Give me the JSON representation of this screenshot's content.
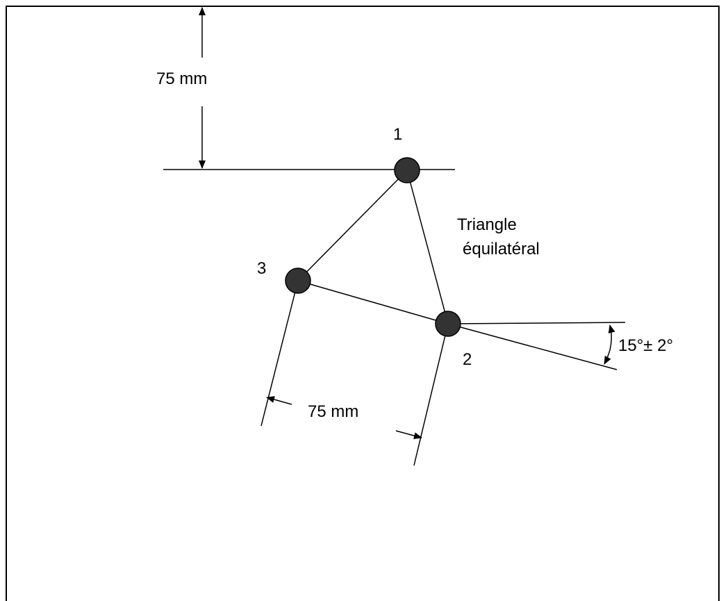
{
  "diagram": {
    "points": [
      {
        "id": "p1",
        "label": "1"
      },
      {
        "id": "p2",
        "label": "2"
      },
      {
        "id": "p3",
        "label": "3"
      }
    ],
    "dimensions": {
      "top_offset": "75 mm",
      "spacing": "75 mm",
      "angle": "15°± 2°"
    },
    "annotation": {
      "line1": "Triangle",
      "line2": "équilatéral"
    },
    "colors": {
      "stroke": "#000000",
      "point_fill": "#333333",
      "background": "#ffffff"
    }
  }
}
